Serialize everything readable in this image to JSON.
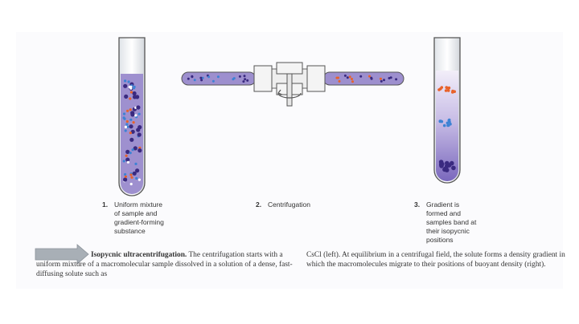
{
  "steps": [
    {
      "number": "1.",
      "text": "Uniform mixture\nof sample and\ngradient-forming\nsubstance"
    },
    {
      "number": "2.",
      "text": "Centrifugation"
    },
    {
      "number": "3.",
      "text": "Gradient is\nformed and\nsamples band at\ntheir isopycnic\npositions"
    }
  ],
  "caption": {
    "title": "Isopycnic ultracentrifugation.",
    "left": " The centrifugation starts with a uniform mixture of a macromolecular sample dissolved in a solution of a dense, fast-diffusing solute such as",
    "right": "CsCl (left). At equilibrium in a centrifugal field, the solute forms a density gradient in which the macromolecules migrate to their positions of buoyant density (right)."
  },
  "colors": {
    "tube_fill": "#9d8fce",
    "gradient_top": "#efeaf7",
    "gradient_bottom": "#7f6cbf",
    "band_orange": "#e8622a",
    "band_blue": "#3d82d4",
    "band_purple": "#3a2a80",
    "arrow": "#a8afb6"
  }
}
